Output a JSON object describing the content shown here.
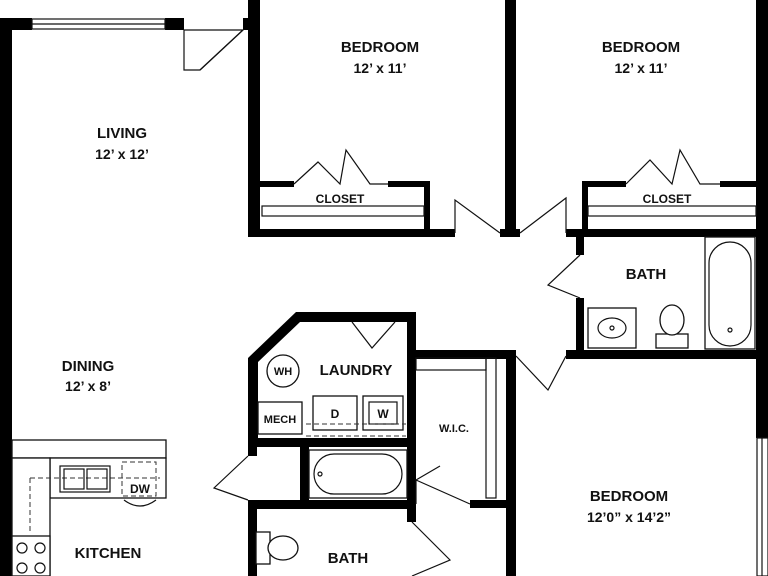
{
  "rooms": {
    "living": {
      "name": "LIVING",
      "size": "12’ x 12’"
    },
    "bedroom_1": {
      "name": "BEDROOM",
      "size": "12’ x 11’"
    },
    "bedroom_2": {
      "name": "BEDROOM",
      "size": "12’ x 11’"
    },
    "bedroom_3": {
      "name": "BEDROOM",
      "size": "12’0” x 14’2”"
    },
    "dining": {
      "name": "DINING",
      "size": "12’ x 8’"
    },
    "kitchen": {
      "name": "KITCHEN"
    },
    "laundry": {
      "name": "LAUNDRY"
    },
    "bath_1": {
      "name": "BATH"
    },
    "bath_2": {
      "name": "BATH"
    },
    "closet_1": {
      "name": "CLOSET"
    },
    "closet_2": {
      "name": "CLOSET"
    },
    "wic": {
      "name": "W.I.C."
    }
  },
  "fixtures": {
    "water_heater": "WH",
    "mech": "MECH",
    "dryer": "D",
    "washer": "W",
    "dishwasher": "DW"
  }
}
